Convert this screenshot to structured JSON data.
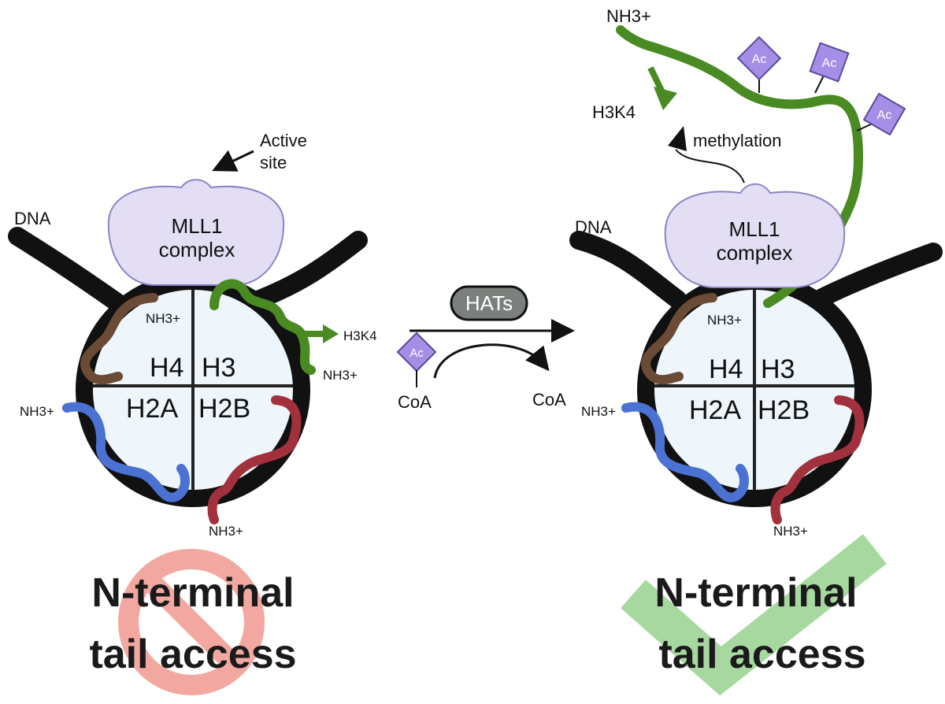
{
  "left": {
    "dna_label": "DNA",
    "complex_line1": "MLL1",
    "complex_line2": "complex",
    "active_line1": "Active",
    "active_line2": "site",
    "h4": "H4",
    "h3": "H3",
    "h2a": "H2A",
    "h2b": "H2B",
    "nh3_h4": "NH3+",
    "nh3_h3": "NH3+",
    "nh3_h2a": "NH3+",
    "nh3_h2b": "NH3+",
    "h3k4": "H3K4",
    "caption_line1": "N-terminal",
    "caption_line2": "tail access"
  },
  "middle": {
    "enzyme": "HATs",
    "ac": "Ac",
    "coa_in": "CoA",
    "coa_out": "CoA"
  },
  "right": {
    "dna_label": "DNA",
    "complex_line1": "MLL1",
    "complex_line2": "complex",
    "h4": "H4",
    "h3": "H3",
    "h2a": "H2A",
    "h2b": "H2B",
    "nh3_top": "NH3+",
    "nh3_h4": "NH3+",
    "nh3_h2a": "NH3+",
    "nh3_h2b": "NH3+",
    "h3k4": "H3K4",
    "methylation": "methylation",
    "ac1": "Ac",
    "ac2": "Ac",
    "ac3": "Ac",
    "caption_line1": "N-terminal",
    "caption_line2": "tail access"
  },
  "colors": {
    "dna": "#111111",
    "nucleosome_fill": "#eef5fb",
    "complex_fill": "#e3def4",
    "complex_stroke": "#8e83c4",
    "h3_tail": "#4a8a22",
    "h4_tail": "#6b4a36",
    "h2a_tail": "#4b72d2",
    "h2b_tail": "#a1323d",
    "acetyl": "#a58ee6",
    "hats": "#7b807d",
    "prohibit": "#f2a8a0",
    "check": "#a6d8a0"
  },
  "icons": {
    "left_status": "prohibited-icon",
    "right_status": "checkmark-icon"
  }
}
